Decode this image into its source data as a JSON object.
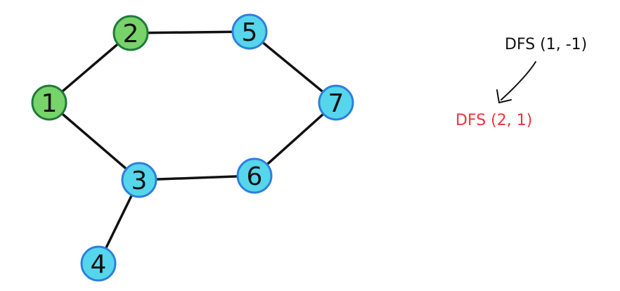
{
  "colors": {
    "visited_fill": "#77d36a",
    "visited_stroke": "#1f7a3a",
    "unvisited_fill": "#56d6ec",
    "unvisited_stroke": "#2e7fdc",
    "current_call": "#f0323c",
    "previous_call": "#111111",
    "edge": "#111111"
  },
  "nodes": [
    {
      "id": "1",
      "label": "1",
      "state": "visited"
    },
    {
      "id": "2",
      "label": "2",
      "state": "visited"
    },
    {
      "id": "3",
      "label": "3",
      "state": "unvisited"
    },
    {
      "id": "4",
      "label": "4",
      "state": "unvisited"
    },
    {
      "id": "5",
      "label": "5",
      "state": "unvisited"
    },
    {
      "id": "6",
      "label": "6",
      "state": "unvisited"
    },
    {
      "id": "7",
      "label": "7",
      "state": "unvisited"
    }
  ],
  "edges": [
    [
      "1",
      "2"
    ],
    [
      "2",
      "5"
    ],
    [
      "5",
      "7"
    ],
    [
      "7",
      "6"
    ],
    [
      "6",
      "3"
    ],
    [
      "3",
      "1"
    ],
    [
      "3",
      "4"
    ]
  ],
  "call_stack": {
    "previous": "DFS (1, -1)",
    "current": "DFS (2, 1)"
  }
}
